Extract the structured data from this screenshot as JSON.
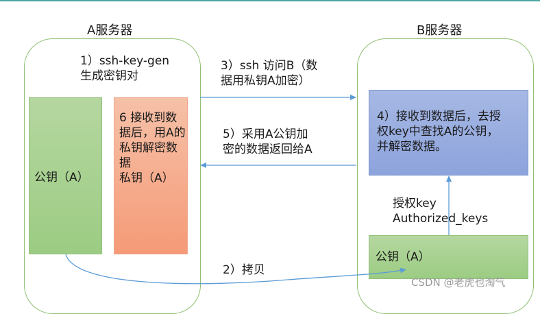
{
  "server_a": {
    "title": "A服务器"
  },
  "server_b": {
    "title": "B服务器"
  },
  "step1": "1）ssh-key-gen\n生成密钥对",
  "a_public_key": "公钥（A）",
  "a_private_box": "6 接收到数\n据后，用A的\n私钥解密数\n据\n私钥（A）",
  "step3": "3）ssh 访问B（数\n据用私钥A加密）",
  "step5": "5）采用A公钥加\n密的数据返回给A",
  "step4": "4）接收到数据后，去授\n权key中查找A的公钥，\n并解密数据。",
  "auth_keys": "授权key\nAuthorized_keys",
  "b_public_key": "公钥（A）",
  "step2": "2）拷贝",
  "watermark": "CSDN @老虎也淘气",
  "colors": {
    "green": "#9ccc83",
    "orange": "#f59a77",
    "blue": "#8da3dc",
    "arrow": "#5b9bd5",
    "server_border": "#8fbf72"
  }
}
